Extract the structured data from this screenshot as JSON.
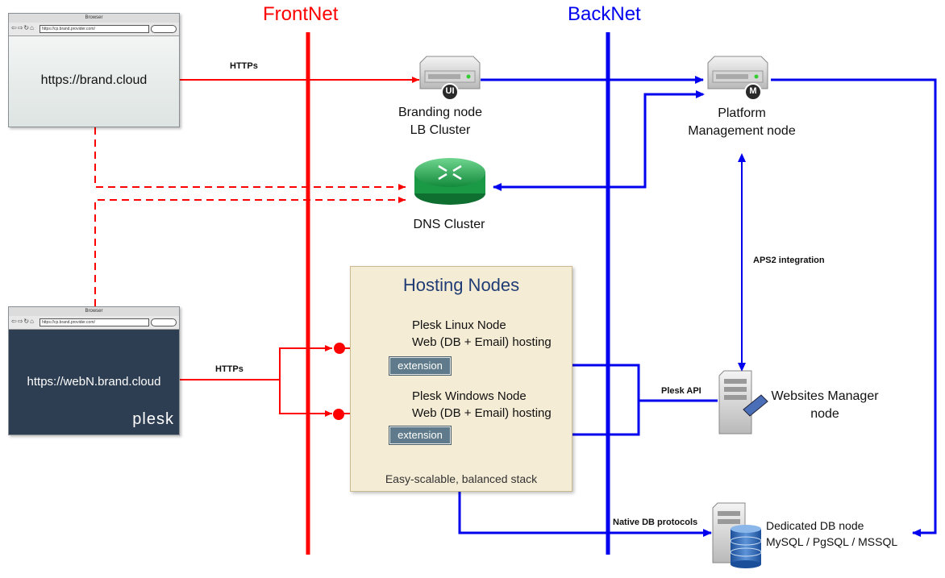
{
  "networks": {
    "frontnet": "FrontNet",
    "backnet": "BackNet"
  },
  "browser_top": {
    "title": "Browser",
    "address": "https://cp.brand.provider.com/",
    "url": "https://brand.cloud"
  },
  "browser_bottom": {
    "title": "Browser",
    "address": "https://cp.brand.provider.com/",
    "url": "https://webN.brand.cloud",
    "logo": "plesk"
  },
  "nodes": {
    "branding": {
      "badge": "UI",
      "line1": "Branding node",
      "line2": "LB Cluster"
    },
    "platform": {
      "badge": "M",
      "line1": "Platform",
      "line2": "Management node"
    },
    "dns": {
      "label": "DNS Cluster"
    },
    "websites_manager": {
      "line1": "Websites Manager",
      "line2": "node"
    },
    "db": {
      "line1": "Dedicated DB node",
      "line2": "MySQL / PgSQL / MSSQL"
    }
  },
  "hosting": {
    "title": "Hosting Nodes",
    "footer": "Easy-scalable, balanced stack",
    "linux": {
      "line1": "Plesk Linux Node",
      "line2": "Web (DB + Email) hosting",
      "extension": "extension"
    },
    "windows": {
      "line1": "Plesk Windows Node",
      "line2": "Web (DB + Email) hosting",
      "extension": "extension"
    }
  },
  "edges": {
    "https_top": "HTTPs",
    "https_bottom": "HTTPs",
    "aps2": "APS2 integration",
    "plesk_api": "Plesk API",
    "native_db": "Native DB protocols"
  },
  "colors": {
    "frontnet": "#ff0000",
    "backnet": "#0000ee",
    "plesk_panel": "#2e3e52",
    "hosting_bg": "#f5ecd5"
  }
}
